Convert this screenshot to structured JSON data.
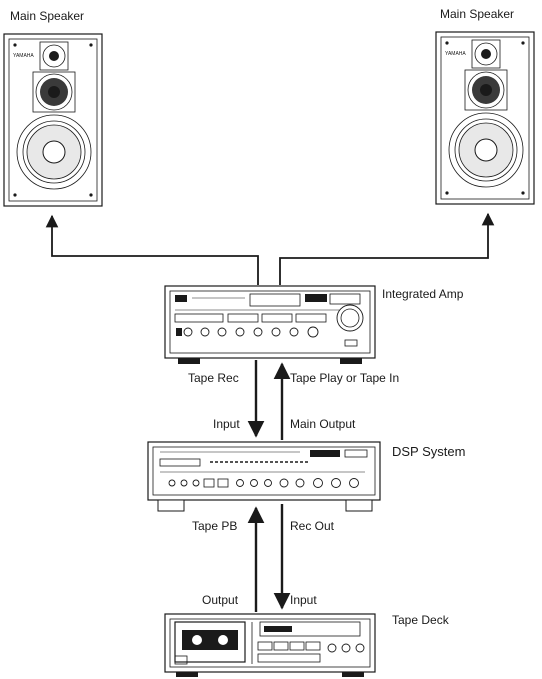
{
  "speakers": {
    "left_label": "Main Speaker",
    "right_label": "Main Speaker",
    "brand": "YAMAHA"
  },
  "integrated_amp": {
    "label": "Integrated Amp"
  },
  "dsp_system": {
    "label": "DSP System"
  },
  "tape_deck": {
    "label": "Tape Deck"
  },
  "connections": {
    "tape_rec": "Tape Rec",
    "tape_play": "Tape Play or Tape In",
    "input_upper": "Input",
    "main_output": "Main Output",
    "tape_pb": "Tape PB",
    "rec_out": "Rec Out",
    "output_lower": "Output",
    "input_lower": "Input"
  },
  "colors": {
    "ink": "#1a1a1a",
    "paper": "#ffffff"
  }
}
